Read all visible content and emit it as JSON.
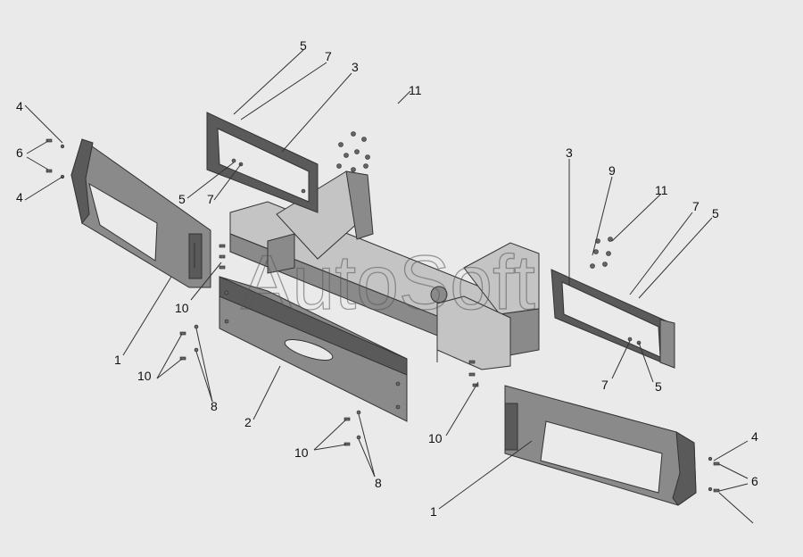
{
  "watermark": "AutoSoft",
  "callouts": {
    "c1_left": "1",
    "c1_right": "1",
    "c2": "2",
    "c3_upper": "3",
    "c3_right": "3",
    "c4_ul": "4",
    "c4_ll": "4",
    "c4_right": "4",
    "c5_top": "5",
    "c5_mid": "5",
    "c5_right_top": "5",
    "c5_right_bot": "5",
    "c6_left": "6",
    "c6_right": "6",
    "c7_top": "7",
    "c7_mid": "7",
    "c7_right_top": "7",
    "c7_right_bot": "7",
    "c8_left": "8",
    "c8_center": "8",
    "c9": "9",
    "c10_a": "10",
    "c10_b": "10",
    "c10_c": "10",
    "c10_d": "10",
    "c11_top": "11",
    "c11_right": "11"
  }
}
